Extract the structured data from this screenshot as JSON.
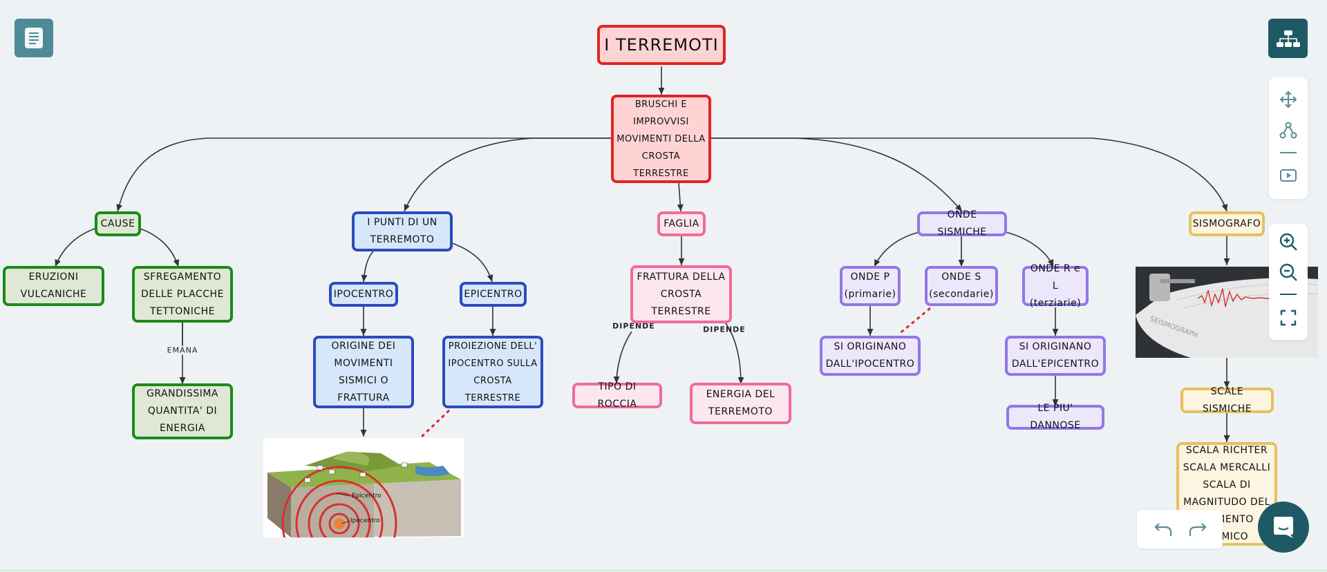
{
  "title": "I TERREMOTI",
  "nodes": {
    "root": "I TERREMOTI",
    "def": "BRUSCHI E\nIMPROVVISI\nMOVIMENTI DELLA\nCROSTA\nTERRESTRE",
    "cause": "CAUSE",
    "eruzioni": "ERUZIONI\nVULCANICHE",
    "sfregamento": "SFREGAMENTO\nDELLE PLACCHE\nTETTONICHE",
    "grandissima": "GRANDISSIMA\nQUANTITA' DI\nENERGIA",
    "punti": "I PUNTI DI UN\nTERREMOTO",
    "ipocentro": "IPOCENTRO",
    "epicentro": "EPICENTRO",
    "origine": "ORIGINE DEI\nMOVIMENTI\nSISMICI O\nFRATTURA",
    "proiezione": "PROIEZIONE DELL'\nIPOCENTRO SULLA\nCROSTA\nTERRESTRE",
    "faglia": "FAGLIA",
    "frattura": "FRATTURA DELLA\nCROSTA\nTERRESTRE",
    "roccia": "TIPO DI ROCCIA",
    "energia": "ENERGIA DEL\nTERREMOTO",
    "onde": "ONDE SISMICHE",
    "ondep": "ONDE P\n(primarie)",
    "ondes": "ONDE S\n(secondarie)",
    "onderl": "ONDE R e L\n(terziarie)",
    "origIpo": "SI ORIGINANO\nDALL'IPOCENTRO",
    "origEpi": "SI ORIGINANO\nDALL'EPICENTRO",
    "dannose": "LE PIU' DANNOSE",
    "sismografo": "SISMOGRAFO",
    "scale": "SCALE SISMICHE",
    "scaleList": "SCALA RICHTER\nSCALA MERCALLI\nSCALA DI\nMAGNITUDO DEL\nMOMENTO\nSISMICO"
  },
  "edge_labels": {
    "emana": "EMANA",
    "dipende1": "DIPENDE",
    "dipende2": "DIPENDE"
  },
  "images": {
    "quake_epicentro": "Epicentro",
    "quake_ipocentro": "Ipocentro",
    "seismograph": "SEISMOGRAPH"
  },
  "toolbar": {
    "tools": [
      "move-icon",
      "connector-icon",
      "divider",
      "presentation-icon",
      "zoom-in-icon",
      "zoom-out-icon",
      "fullscreen-icon"
    ]
  },
  "colors": {
    "red": "#e02424",
    "green": "#1a8a1a",
    "blue": "#2b4bbd",
    "pink": "#ee6c9a",
    "purple": "#9277e6",
    "gold": "#e5c15e",
    "teal": "#1e5a66"
  }
}
